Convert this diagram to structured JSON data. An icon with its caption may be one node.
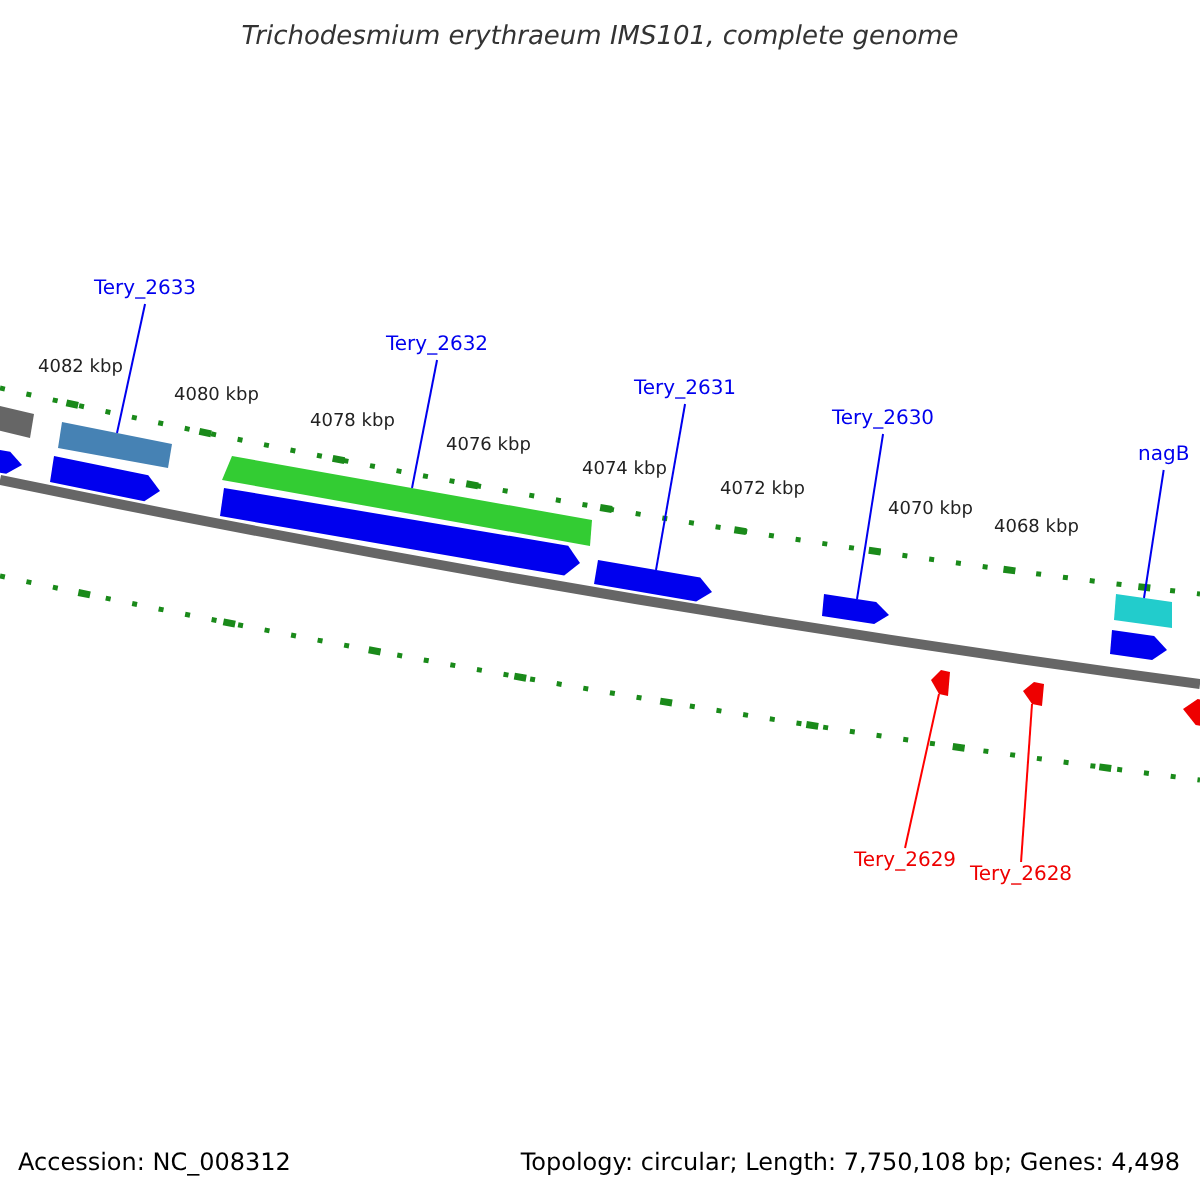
{
  "diagram": {
    "title": "Trichodesmium erythraeum IMS101, complete genome",
    "nodes": [
      {
        "text": [
          "Tery_2633"
        ]
      },
      {
        "text": [],
        "shape": "bar"
      },
      {
        "text": [
          "Tery_2632"
        ]
      },
      {
        "text": [],
        "shape": "bar"
      },
      {
        "text": [
          "Tery_2631"
        ]
      },
      {
        "text": [],
        "shape": "arrow"
      },
      {
        "text": [
          "Tery_2630"
        ]
      },
      {
        "text": [],
        "shape": "arrow"
      },
      {
        "text": [
          "nagB"
        ]
      },
      {
        "text": [],
        "shape": "bar"
      },
      {
        "text": [
          "Tery_2629"
        ]
      },
      {
        "text": [],
        "shape": "arrow"
      },
      {
        "text": [
          "Tery_2628"
        ]
      },
      {
        "text": [],
        "shape": "arrow"
      },
      {
        "text": [],
        "shape": "bar"
      },
      {
        "text": [],
        "shape": "arrow"
      },
      {
        "text": [],
        "shape": "arrow"
      },
      {
        "text": [],
        "shape": "arrow"
      },
      {
        "text": [],
        "shape": "arrow"
      },
      {
        "text": [],
        "shape": "arrow"
      }
    ],
    "edges": [
      {
        "from": 0,
        "to": 1,
        "arrow": "none"
      },
      {
        "from": 2,
        "to": 3,
        "arrow": "none"
      },
      {
        "from": 4,
        "to": 5,
        "arrow": "none"
      },
      {
        "from": 6,
        "to": 7,
        "arrow": "none"
      },
      {
        "from": 8,
        "to": 9,
        "arrow": "none"
      },
      {
        "from": 10,
        "to": 11,
        "arrow": "none",
        "color": "#ff0000"
      },
      {
        "from": 12,
        "to": 13,
        "arrow": "none",
        "color": "#ff0000"
      }
    ],
    "labels": [
      "4082 kbp",
      "4080 kbp",
      "4078 kbp",
      "4076 kbp",
      "4074 kbp",
      "4072 kbp",
      "4070 kbp",
      "4068 kbp",
      "Accession: NC_008312",
      "Topology: circular; Length: 7,750,108 bp; Genes: 4,498"
    ]
  }
}
